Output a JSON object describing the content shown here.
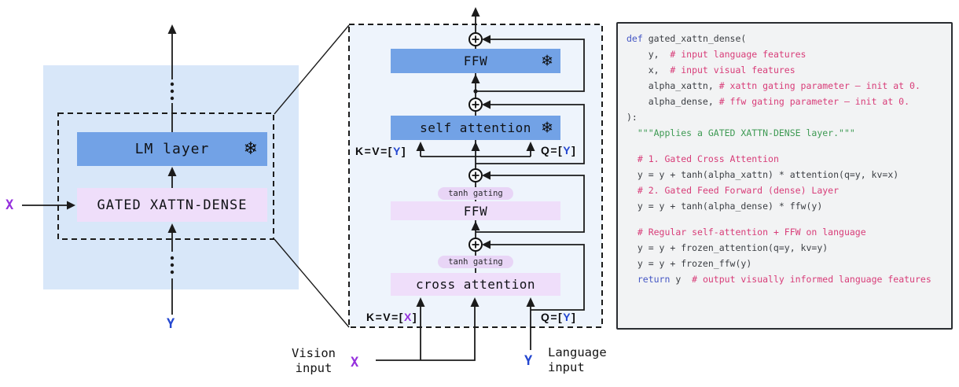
{
  "colors": {
    "ink": "#1b1b1b",
    "blue-box": "#72a2e6",
    "lavender": "#efdefa",
    "pill": "#e8d5f6",
    "panel-blue": "#d8e7f9",
    "mid-bg": "#eef4fc",
    "code-bg": "#f2f3f4",
    "code-border": "#2a2d31",
    "x-purple": "#9530dd",
    "y-blue": "#2447d0",
    "kw": "#4456c4",
    "cm": "#d83c78",
    "st": "#3e9a53",
    "code-ink": "#3b3e43"
  },
  "left_panel": {
    "lm_layer_label": "LM layer",
    "gated_label": "GATED XATTN-DENSE",
    "snowflake": "❄",
    "x_label": "X",
    "y_label": "Y"
  },
  "middle_panel": {
    "ffw_frozen_label": "FFW",
    "self_attention_label": "self attention",
    "tanh_gating_top_label": "tanh gating",
    "ffw_gated_label": "FFW",
    "tanh_gating_bottom_label": "tanh gating",
    "cross_attention_label": "cross attention",
    "snowflake": "❄",
    "kv_y": [
      {
        "t": "K=V=["
      },
      {
        "t": "Y",
        "c": "yb"
      },
      {
        "t": "]"
      }
    ],
    "q_y_top": [
      {
        "t": "Q=["
      },
      {
        "t": "Y",
        "c": "yb"
      },
      {
        "t": "]"
      }
    ],
    "kv_x": [
      {
        "t": "K=V=["
      },
      {
        "t": "X",
        "c": "xp"
      },
      {
        "t": "]"
      }
    ],
    "q_y_bottom": [
      {
        "t": "Q=["
      },
      {
        "t": "Y",
        "c": "yb"
      },
      {
        "t": "]"
      }
    ],
    "vision_input_line1": "Vision",
    "vision_input_line2": "input",
    "vision_x_label": "X",
    "language_y_label": "Y",
    "language_input_line1": "Language",
    "language_input_line2": "input"
  },
  "code_panel": {
    "lines": [
      [
        {
          "t": "def ",
          "c": "kw"
        },
        {
          "t": "gated_xattn_dense("
        }
      ],
      [
        {
          "t": "    y,  "
        },
        {
          "t": "# input language features",
          "c": "cm"
        }
      ],
      [
        {
          "t": "    x,  "
        },
        {
          "t": "# input visual features",
          "c": "cm"
        }
      ],
      [
        {
          "t": "    alpha_xattn, "
        },
        {
          "t": "# xattn gating parameter – init at 0.",
          "c": "cm"
        }
      ],
      [
        {
          "t": "    alpha_dense, "
        },
        {
          "t": "# ffw gating parameter – init at 0.",
          "c": "cm"
        }
      ],
      [
        {
          "t": "):"
        }
      ],
      [
        {
          "t": "  "
        },
        {
          "t": "\"\"\"Applies a GATED XATTN-DENSE layer.\"\"\"",
          "c": "st"
        }
      ],
      [],
      [
        {
          "t": "  "
        },
        {
          "t": "# 1. Gated Cross Attention",
          "c": "cm"
        }
      ],
      [
        {
          "t": "  y = y + tanh(alpha_xattn) * attention(q=y, kv=x)"
        }
      ],
      [
        {
          "t": "  "
        },
        {
          "t": "# 2. Gated Feed Forward (dense) Layer",
          "c": "cm"
        }
      ],
      [
        {
          "t": "  y = y + tanh(alpha_dense) * ffw(y)"
        }
      ],
      [],
      [
        {
          "t": "  "
        },
        {
          "t": "# Regular self-attention + FFW on language",
          "c": "cm"
        }
      ],
      [
        {
          "t": "  y = y + frozen_attention(q=y, kv=y)"
        }
      ],
      [
        {
          "t": "  y = y + frozen_ffw(y)"
        }
      ],
      [
        {
          "t": "  "
        },
        {
          "t": "return",
          "c": "kw"
        },
        {
          "t": " y  "
        },
        {
          "t": "# output visually informed language features",
          "c": "cm"
        }
      ]
    ]
  }
}
